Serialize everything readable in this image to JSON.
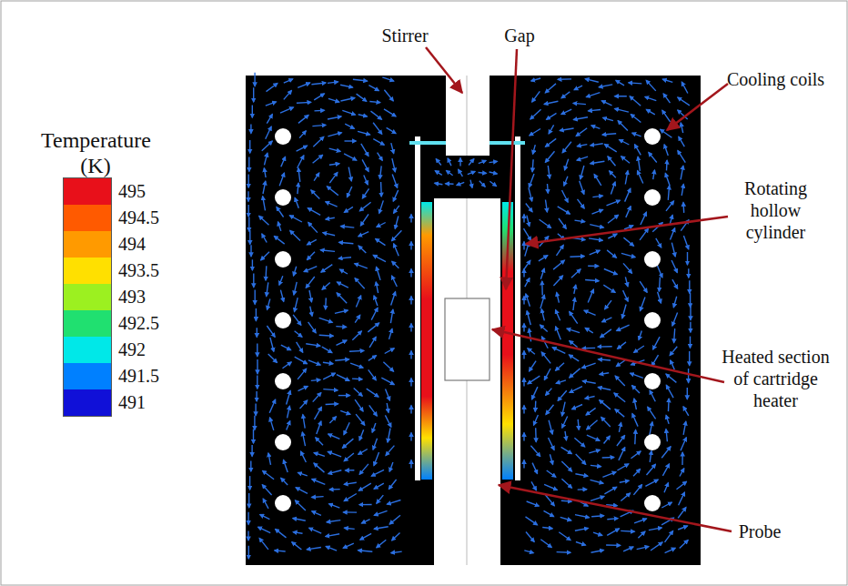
{
  "diagram": {
    "labels": [
      "Temperature (K)",
      "Stirrer",
      "Gap",
      "Cooling coils",
      "Rotating hollow cylinder",
      "Heated section of cartridge heater",
      "Probe"
    ],
    "legend": [
      {
        "text": "495",
        "color": "#e8101a"
      },
      {
        "text": "494.5",
        "color": "#ff5a00"
      },
      {
        "text": "494",
        "color": "#ff9a00"
      },
      {
        "text": "493.5",
        "color": "#ffe000"
      },
      {
        "text": "493",
        "color": "#9cf020"
      },
      {
        "text": "492.5",
        "color": "#20e070"
      },
      {
        "text": "492",
        "color": "#00e8e8"
      },
      {
        "text": "491.5",
        "color": "#0080ff"
      },
      {
        "text": "491",
        "color": "#1010d8"
      }
    ]
  }
}
